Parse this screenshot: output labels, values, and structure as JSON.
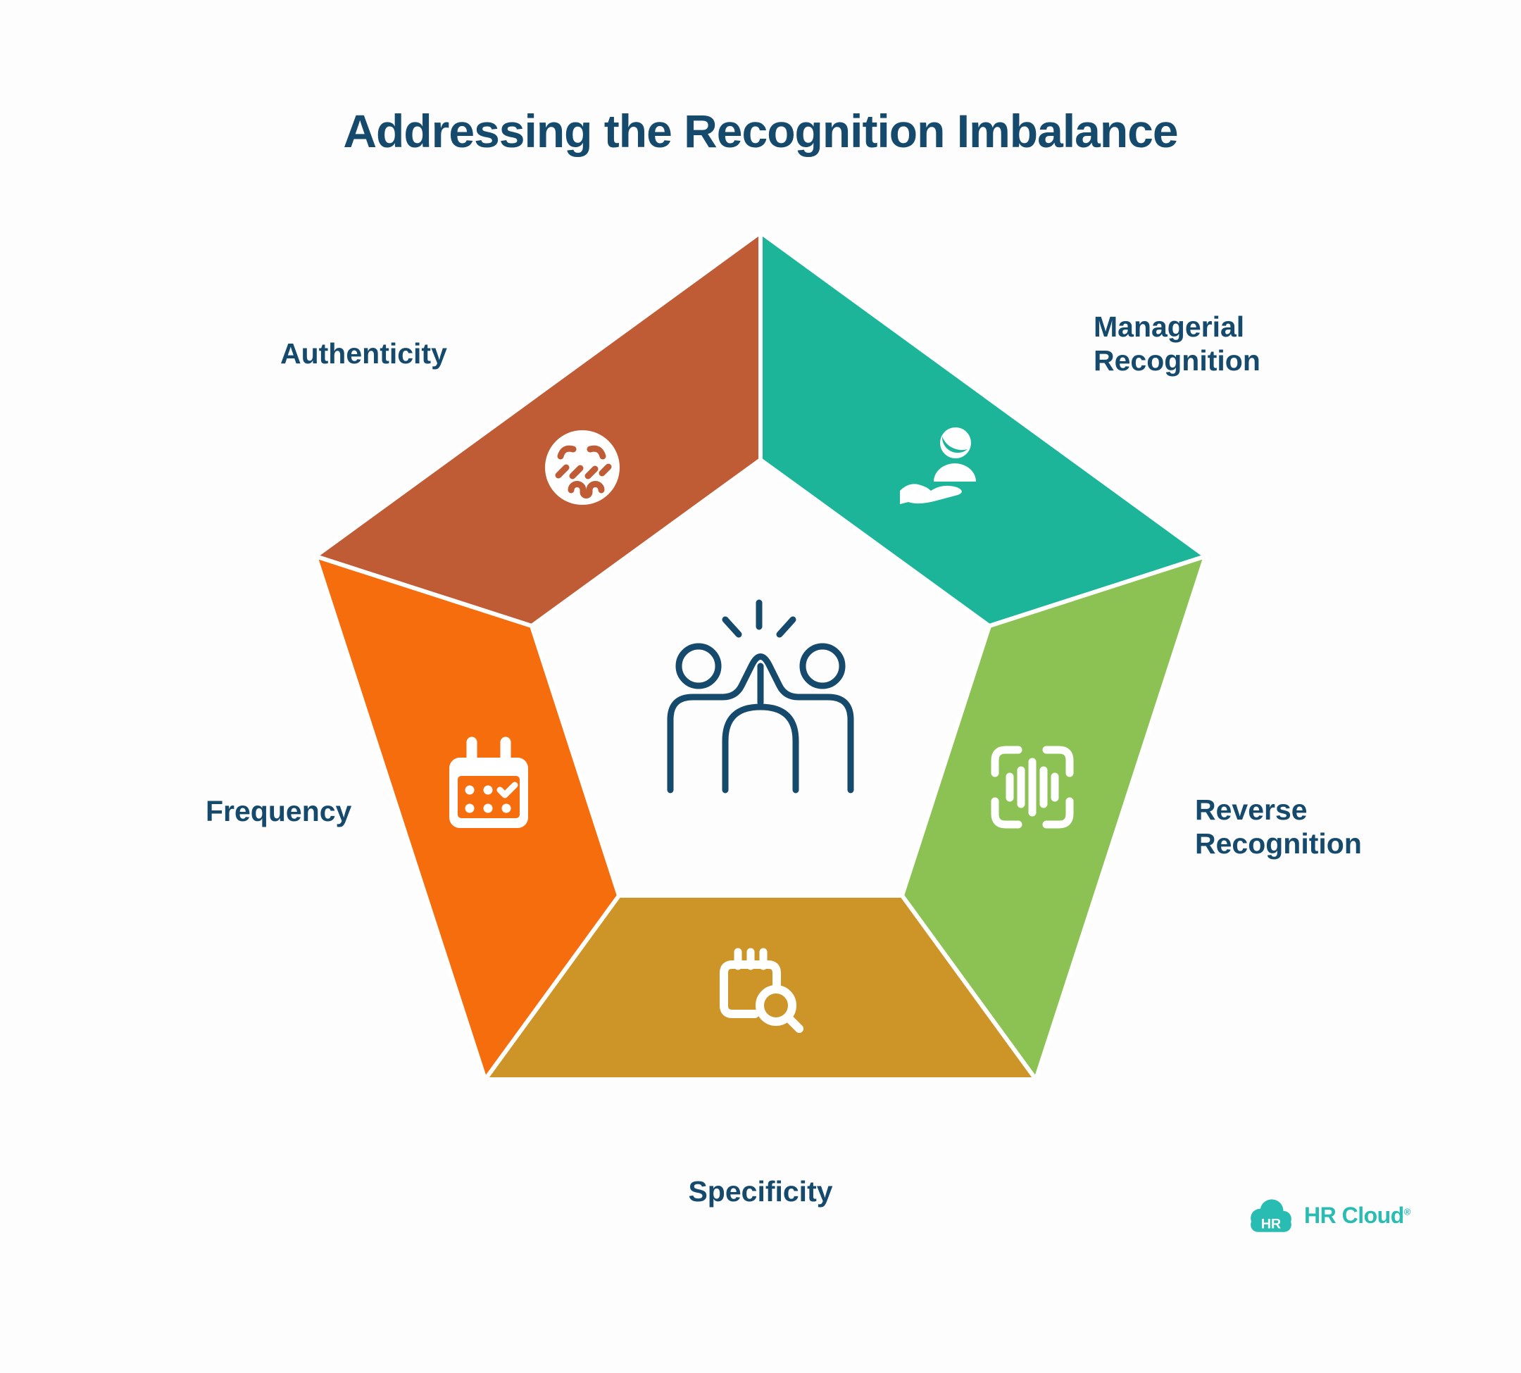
{
  "title": "Addressing the Recognition Imbalance",
  "colors": {
    "navy": "#164a6d",
    "background": "#fdfdfd",
    "terracotta": "#c05c35",
    "teal": "#1db59a",
    "green": "#8cc254",
    "gold": "#cd9527",
    "orange": "#f66d0e",
    "logo_teal": "#29bcb2",
    "white": "#ffffff"
  },
  "segments": [
    {
      "label": "Authenticity",
      "color": "#c05c35",
      "icon": "embarrassed-face-icon",
      "position": "top-left"
    },
    {
      "label": "Managerial Recognition",
      "color": "#1db59a",
      "icon": "person-in-hand-icon",
      "position": "top-right"
    },
    {
      "label": "Reverse Recognition",
      "color": "#8cc254",
      "icon": "voice-scan-icon",
      "position": "right"
    },
    {
      "label": "Specificity",
      "color": "#cd9527",
      "icon": "notepad-search-icon",
      "position": "bottom"
    },
    {
      "label": "Frequency",
      "color": "#f66d0e",
      "icon": "calendar-check-icon",
      "position": "left"
    }
  ],
  "center": {
    "icon": "high-five-icon"
  },
  "logo": {
    "badge": "HR",
    "text": "HR Cloud",
    "mark": "®"
  }
}
